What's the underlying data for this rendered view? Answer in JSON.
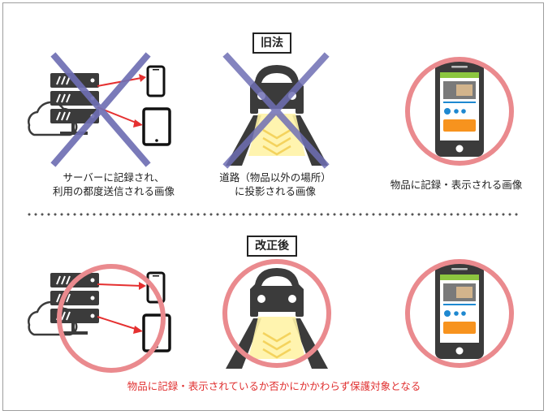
{
  "old_law": {
    "label": "旧法",
    "captions": {
      "server": [
        "サーバーに記録され、",
        "利用の都度送信される画像"
      ],
      "road": [
        "道路（物品以外の場所）",
        "に投影される画像"
      ],
      "phone": "物品に記録・表示される画像"
    }
  },
  "new_law": {
    "label": "改正後",
    "note": "物品に記録・表示されているか否かにかかわらず保護対象となる"
  },
  "colors": {
    "cross": "#6f6fb4",
    "circle": "#ea8a8e",
    "arrow": "#e53030",
    "dark": "#3b3b3b",
    "phone_green": "#8cc63f",
    "phone_blue": "#1e88d0",
    "phone_orange": "#f7931e",
    "light_beam": "#fff3a6"
  }
}
